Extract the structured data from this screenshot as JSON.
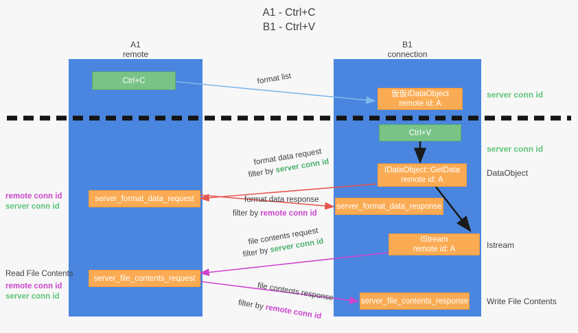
{
  "title": {
    "line1": "A1 - Ctrl+C",
    "line2": "B1 - Ctrl+V"
  },
  "lanes": [
    {
      "id": "A1",
      "name": "A1",
      "sub": "remote"
    },
    {
      "id": "B1",
      "name": "B1",
      "sub": "connection"
    }
  ],
  "nodes": {
    "ctrl_c": {
      "label": "Ctrl+C"
    },
    "data_object_remote": {
      "line1": "仮仮IDataObject",
      "line2": "remote id: A"
    },
    "ctrl_v": {
      "label": "Ctrl+V"
    },
    "get_data": {
      "line1": "IDataObject::GetData",
      "line2": "remote id: A"
    },
    "server_format_data_request": {
      "label": "server_format_data_request"
    },
    "server_format_data_response": {
      "label": "server_format_data_response"
    },
    "istream": {
      "line1": "IStream",
      "line2": "remote id: A"
    },
    "server_file_contents_request": {
      "label": "server_file_contents_request"
    },
    "server_file_contents_response": {
      "label": "server_file_contents_response"
    }
  },
  "flows": {
    "format_list": "format list",
    "format_data_request": "format data request",
    "format_data_request_filter_prefix": "filter by ",
    "format_data_request_filter_key": "server conn id",
    "format_data_response": "format data response",
    "format_data_response_filter_prefix": "filter by ",
    "format_data_response_filter_key": "remote conn id",
    "file_contents_request": "file contents request",
    "file_contents_request_filter_prefix": "filter by ",
    "file_contents_request_filter_key": "server conn id",
    "file_contents_response": "file contents response",
    "file_contents_response_filter_prefix": "filter by ",
    "file_contents_response_filter_key": "remote conn id"
  },
  "right_notes": {
    "server_conn_id_top": "server conn id",
    "server_conn_id_mid": "server conn id",
    "data_object": "DataObject",
    "istream": "Istream",
    "write_file_contents": "Write File Contents"
  },
  "left_notes": {
    "conn_remote_1": "remote conn id",
    "conn_server_1": "server conn id",
    "read_file_contents": "Read File Contents",
    "conn_remote_2": "remote conn id",
    "conn_server_2": "server conn id"
  },
  "colors": {
    "lane": "#4a86e0",
    "green_node": "#79c387",
    "orange_node": "#fbab53",
    "server_conn_id": "#5ec47a",
    "remote_conn_id": "#cc44cc",
    "arrow_blue": "#7fb8ea",
    "arrow_red": "#e8554f",
    "arrow_magenta": "#cc44cc",
    "arrow_black": "#1a1a1a",
    "divider": "#141414",
    "background": "#f7f7f7"
  }
}
